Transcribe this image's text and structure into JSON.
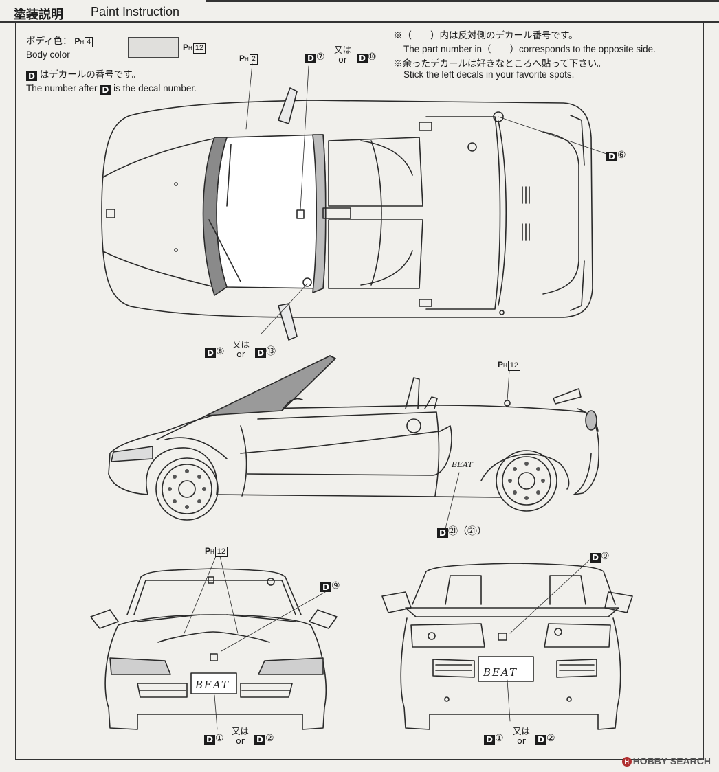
{
  "header": {
    "title_ja": "塗装説明",
    "title_en": "Paint Instruction"
  },
  "body_color": {
    "label_ja": "ボディ色：",
    "label_en": "Body color",
    "paint_p": "P",
    "paint_h": "H",
    "paint_code_1": "4",
    "paint_code_2": "12",
    "swatch_color": "#e0dfdc"
  },
  "decal_note": {
    "d_letter": "D",
    "line_ja": "はデカールの番号です。",
    "line_en_before": "The number after",
    "line_en_after": "is the decal number."
  },
  "notes": {
    "note1_ja": "※（　　）内は反対側のデカール番号です。",
    "note1_en": "The part number in（　　）corresponds to the opposite side.",
    "note2_ja": "※余ったデカールは好きなところへ貼って下さい。",
    "note2_en": "Stick the left decals in your favorite spots."
  },
  "callouts": {
    "top_paint": "2",
    "top_decal_a": "⑦",
    "top_or_ja": "又は",
    "top_or_en": "or",
    "top_decal_b": "⑩",
    "top_decal_rear": "⑥",
    "wind_decal_a": "⑧",
    "wind_decal_b": "⑬",
    "side_paint": "12",
    "side_decal": "㉑（㉑）",
    "front_paint": "12",
    "front_decal_hood": "⑨",
    "front_decal_a": "①",
    "front_decal_b": "②",
    "rear_decal_top": "⑨",
    "rear_decal_a": "①",
    "rear_decal_b": "②",
    "beat_text": "BEAT",
    "side_beat_text": "BEAT"
  },
  "watermark": {
    "brand": "HOBBY SEARCH",
    "logo": "H"
  }
}
